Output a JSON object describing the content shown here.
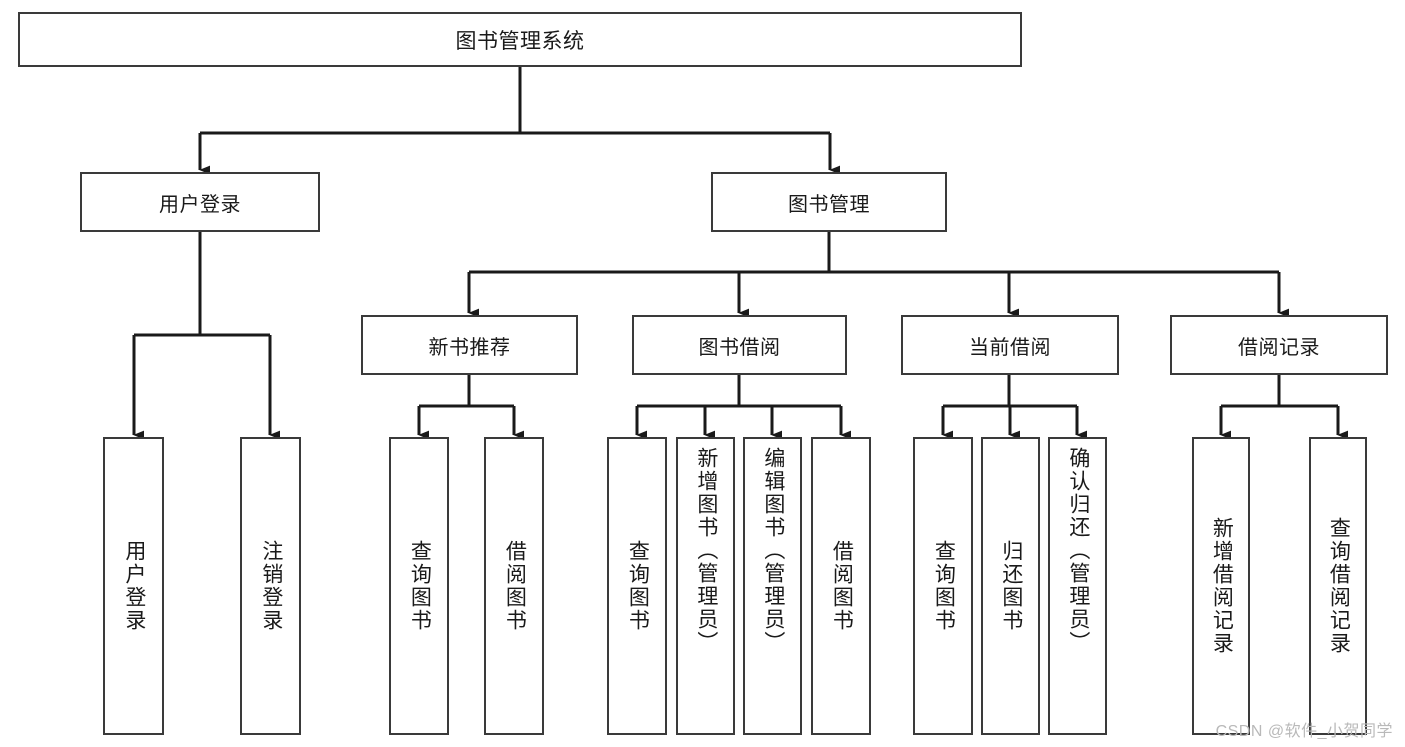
{
  "diagram": {
    "title": "图书管理系统",
    "type": "tree",
    "background_color": "#ffffff",
    "box_border_color": "#3a3a3a",
    "connector_color": "#1a1a1a",
    "text_color": "#1a1a1a",
    "root": {
      "label": "图书管理系统"
    },
    "level1": [
      {
        "label": "用户登录"
      },
      {
        "label": "图书管理"
      }
    ],
    "level2": [
      {
        "label": "新书推荐"
      },
      {
        "label": "图书借阅"
      },
      {
        "label": "当前借阅"
      },
      {
        "label": "借阅记录"
      }
    ],
    "leaves": {
      "user_login": [
        {
          "label": "用户登录"
        },
        {
          "label": "注销登录"
        }
      ],
      "new_book_recommend": [
        {
          "label": "查询图书"
        },
        {
          "label": "借阅图书"
        }
      ],
      "book_borrow": [
        {
          "label": "查询图书"
        },
        {
          "label": "新增图书（管理员）"
        },
        {
          "label": "编辑图书（管理员）"
        },
        {
          "label": "借阅图书"
        }
      ],
      "current_borrow": [
        {
          "label": "查询图书"
        },
        {
          "label": "归还图书"
        },
        {
          "label": "确认归还（管理员）"
        }
      ],
      "borrow_record": [
        {
          "label": "新增借阅记录"
        },
        {
          "label": "查询借阅记录"
        }
      ]
    }
  },
  "watermark": {
    "text": "CSDN @软件_小贺同学"
  }
}
